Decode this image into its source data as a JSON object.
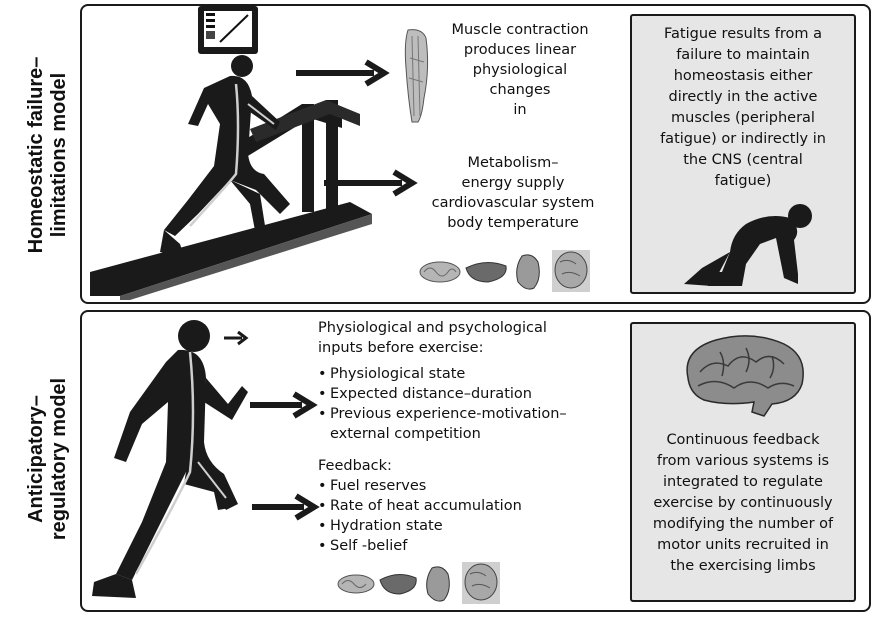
{
  "top_model": {
    "side_label_lines": [
      "Homeostatic failure–",
      "limitations model"
    ],
    "upper_text_lines": [
      "Muscle contraction",
      "produces linear",
      "physiological",
      "changes",
      "in"
    ],
    "lower_text_lines": [
      "Metabolism–",
      "energy supply",
      "cardiovascular system",
      "body temperature"
    ],
    "box_lines": [
      "Fatigue results from a",
      "failure to maintain",
      "homeostasis either",
      "directly in the active",
      "muscles (peripheral",
      "fatigue) or indirectly in",
      "the CNS (central",
      "fatigue)"
    ],
    "icons": [
      "treadmill-display-icon",
      "treadmill-icon",
      "runner-silhouette-icon",
      "leg-muscle-icon",
      "arrow-icon",
      "intestine-icon",
      "liver-icon",
      "heart-icon",
      "brain-icon",
      "kneeling-athlete-icon"
    ]
  },
  "bottom_model": {
    "side_label_lines": [
      "Anticipatory–",
      "regulatory model"
    ],
    "inputs_heading_lines": [
      "Physiological and psychological",
      "inputs before exercise:"
    ],
    "inputs_items": [
      "Physiological state",
      "Expected distance–duration",
      "Previous experience-motivation–"
    ],
    "inputs_continuation": "external competition",
    "feedback_heading": "Feedback:",
    "feedback_items": [
      "Fuel reserves",
      "Rate of heat accumulation",
      "Hydration state",
      "Self -belief"
    ],
    "box_lines": [
      "Continuous feedback",
      "from various systems is",
      "integrated to regulate",
      "exercise by continuously",
      "modifying the number of",
      "motor units recruited in",
      "the exercising limbs"
    ],
    "icons": [
      "runner-silhouette-icon",
      "arrow-icon",
      "brain-icon",
      "intestine-icon",
      "liver-icon",
      "heart-icon"
    ]
  }
}
